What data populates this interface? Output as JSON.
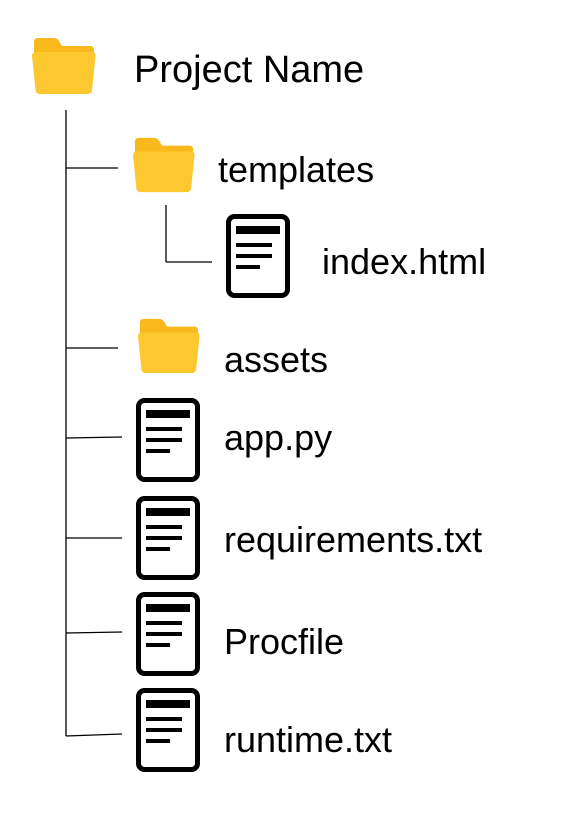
{
  "colors": {
    "folder_body": "#FDC72F",
    "folder_tab": "#F9B91C",
    "file_stroke": "#000000",
    "line": "#000000"
  },
  "tree": {
    "root": {
      "label": "Project Name",
      "icon": "folder-icon"
    },
    "templates": {
      "label": "templates",
      "icon": "folder-icon"
    },
    "index_html": {
      "label": "index.html",
      "icon": "file-icon"
    },
    "assets": {
      "label": "assets",
      "icon": "folder-icon"
    },
    "app_py": {
      "label": "app.py",
      "icon": "file-icon"
    },
    "requirements": {
      "label": "requirements.txt",
      "icon": "file-icon"
    },
    "procfile": {
      "label": "Procfile",
      "icon": "file-icon"
    },
    "runtime": {
      "label": "runtime.txt",
      "icon": "file-icon"
    }
  }
}
